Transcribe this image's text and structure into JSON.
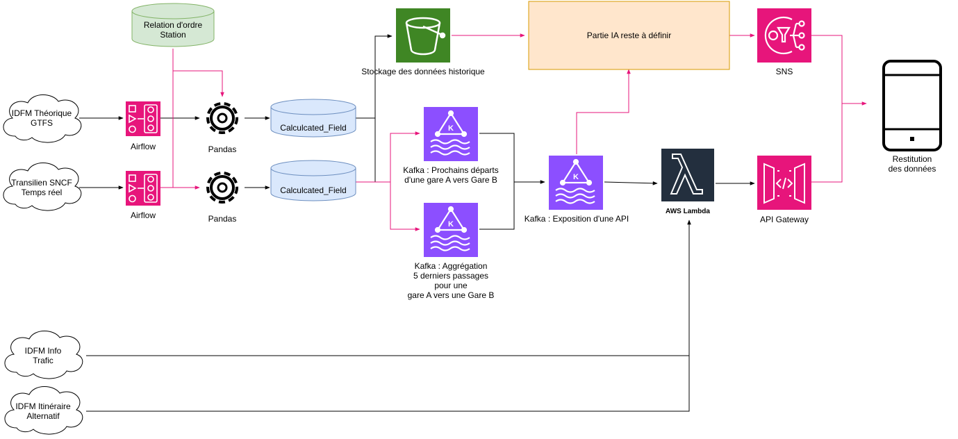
{
  "nodes": {
    "relation": {
      "line1": "Relation d'ordre",
      "line2": "Station"
    },
    "idfm_theorique": {
      "line1": "IDFM Théorique",
      "line2": "GTFS"
    },
    "transilien": {
      "line1": "Transilien SNCF",
      "line2": "Temps réel"
    },
    "idfm_info": {
      "line1": "IDFM Info",
      "line2": "Trafic"
    },
    "idfm_itineraire": {
      "line1": "IDFM Itinéraire",
      "line2": "Alternatif"
    },
    "airflow1": {
      "label": "Airflow"
    },
    "airflow2": {
      "label": "Airflow"
    },
    "pandas1": {
      "label": "Pandas"
    },
    "pandas2": {
      "label": "Pandas"
    },
    "calc1": {
      "label": "Calculcated_Field"
    },
    "calc2": {
      "label": "Calculcated_Field"
    },
    "s3": {
      "label": "Stockage des données historique"
    },
    "ia": {
      "label": "Partie IA reste à définir"
    },
    "sns": {
      "label": "SNS"
    },
    "kafka_departs": {
      "line1": "Kafka : Prochains départs",
      "line2": "d'une gare A vers Gare B"
    },
    "kafka_aggr": {
      "line1": "Kafka : Aggrégation",
      "line2": "5 derniers passages",
      "line3": "pour une",
      "line4": "gare A vers une Gare B"
    },
    "kafka_api": {
      "label": "Kafka : Exposition d'une API"
    },
    "lambda": {
      "label": "AWS Lambda"
    },
    "apigw": {
      "label": "API Gateway"
    },
    "restitution": {
      "line1": "Restitution",
      "line2": "des données"
    }
  },
  "colors": {
    "pink": "#e7157b",
    "purple": "#8c4fff",
    "green": "#3f8624",
    "lambda_bg": "#232f3e",
    "ia_fill": "#ffe6cc",
    "ia_stroke": "#d79b00",
    "db_fill": "#dae8fc",
    "db_stroke": "#6c8ebf",
    "rel_fill": "#d5e8d4",
    "rel_stroke": "#82b366"
  },
  "icons": [
    "cloud-icon",
    "airflow-icon",
    "gear-icon",
    "database-icon",
    "s3-bucket-icon",
    "kafka-icon",
    "lambda-icon",
    "sns-icon",
    "api-gateway-icon",
    "tablet-icon"
  ]
}
